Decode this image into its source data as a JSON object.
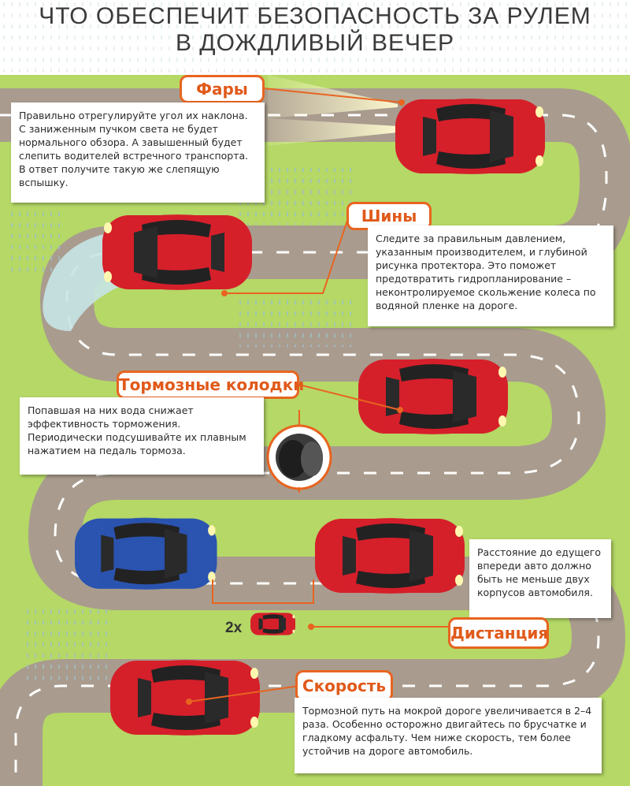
{
  "title": {
    "line1": "ЧТО ОБЕСПЕЧИТ БЕЗОПАСНОСТЬ ЗА РУЛЕМ",
    "line2": "В ДОЖДЛИВЫЙ ВЕЧЕР"
  },
  "sections": {
    "headlights": {
      "label": "Фары",
      "text": "Правильно отрегулируйте угол их наклона. С заниженным пучком света не будет нормального обзора. А завышенный будет слепить водителей встречного транспорта. В ответ получите такую же слепящую вспышку."
    },
    "tires": {
      "label": "Шины",
      "text": "Следите за правильным давлением, указанным производителем, и глубиной рисунка протектора. Это поможет предотвратить гидропланирование – неконтролируемое скольжение колеса по водяной пленке на дороге."
    },
    "brakes": {
      "label": "Тормозные колодки",
      "text": "Попавшая на них вода снижает эффективность торможения. Периодически подсушивайте их плавным нажатием на педаль тормоза."
    },
    "distance": {
      "label": "Дистанция",
      "text": "Расстояние до едущего впереди авто должно быть не меньше двух корпусов автомобиля.",
      "multiplier": "2x"
    },
    "speed": {
      "label": "Скорость",
      "text": "Тормозной путь на мокрой дороге увеличивается в 2–4 раза. Особенно осторожно двигайтесь по брусчатке и гладкому асфальту. Чем ниже скорость, тем более устойчив на дороге автомобиль."
    }
  },
  "colors": {
    "grass": "#b5d866",
    "road": "#a99c8e",
    "accent": "#e86420",
    "car_red": "#d5202a",
    "car_blue": "#2a54b0",
    "rain": "#8fb3ba"
  }
}
